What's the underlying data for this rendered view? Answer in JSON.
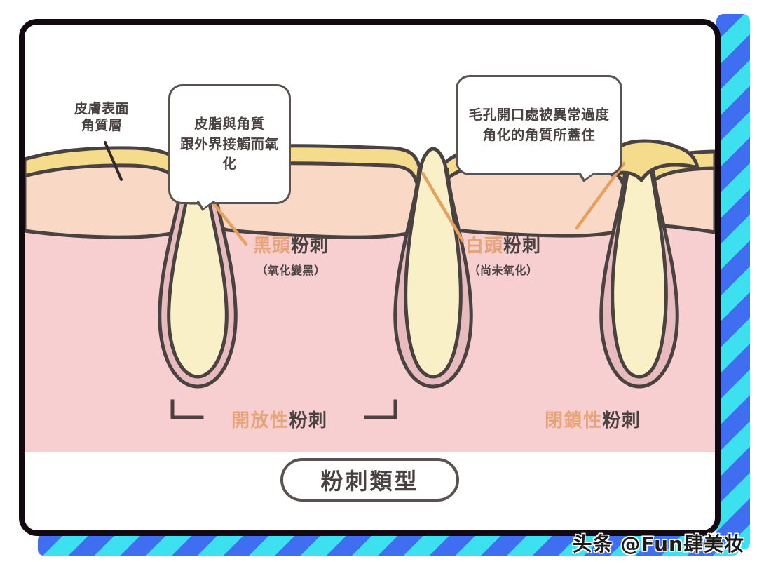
{
  "meta": {
    "title": "粉刺類型"
  },
  "palette": {
    "stratum_corneum": "#f5dc8c",
    "epidermis": "#f9d8c6",
    "dermis": "#f8cfd1",
    "follicle_wall": "#e8bcbe",
    "sebum_plug": "#faf0c8",
    "oxidized_plug": "#5a5250",
    "outline": "#4a4240",
    "accent_orange": "#e6a579",
    "text_dark": "#4a4240",
    "stripe_cyan": "#3ce0ef",
    "stripe_blue": "#3f6ff0",
    "card_border": "#120a10"
  },
  "annotations": {
    "surface_label": "皮膚表面\n角質層",
    "bubble_left": "皮脂與角質\n跟外界接觸而氧化",
    "bubble_right": "毛孔開口處被異常過度\n角化的角質所蓋住"
  },
  "types": [
    {
      "id": "blackhead",
      "highlight": "黑頭",
      "rest": "粉刺",
      "sub": "（氧化變黑）"
    },
    {
      "id": "whitehead",
      "highlight": "白頭",
      "rest": "粉刺",
      "sub": "（尚未氧化）"
    }
  ],
  "categories": [
    {
      "id": "open",
      "highlight": "開放性",
      "rest": "粉刺"
    },
    {
      "id": "closed",
      "highlight": "閉鎖性",
      "rest": "粉刺"
    }
  ],
  "watermark": {
    "text": "头条 @Fun肆美妆"
  }
}
